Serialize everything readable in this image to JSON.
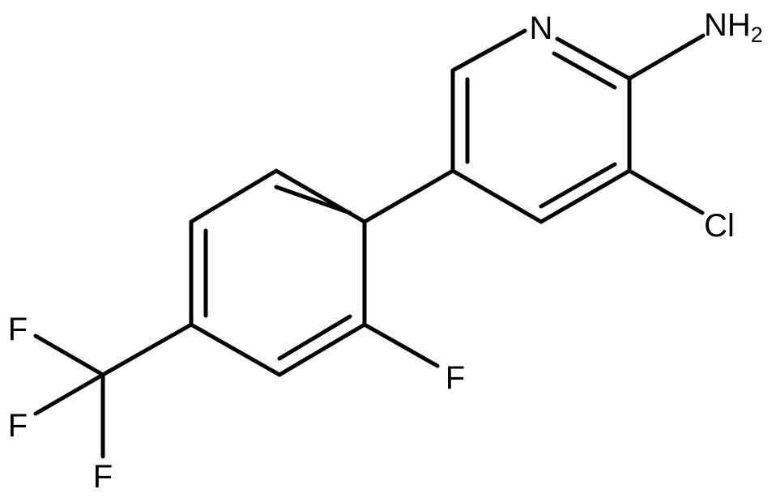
{
  "colors": {
    "background": "#ffffff",
    "bonds": "#000000",
    "labels": "#000000"
  },
  "atoms": {
    "n_ring": "N",
    "nh2_main": "NH",
    "nh2_sub": "2",
    "cl": "Cl",
    "f_aryl": "F",
    "f1": "F",
    "f2": "F",
    "f3": "F"
  }
}
